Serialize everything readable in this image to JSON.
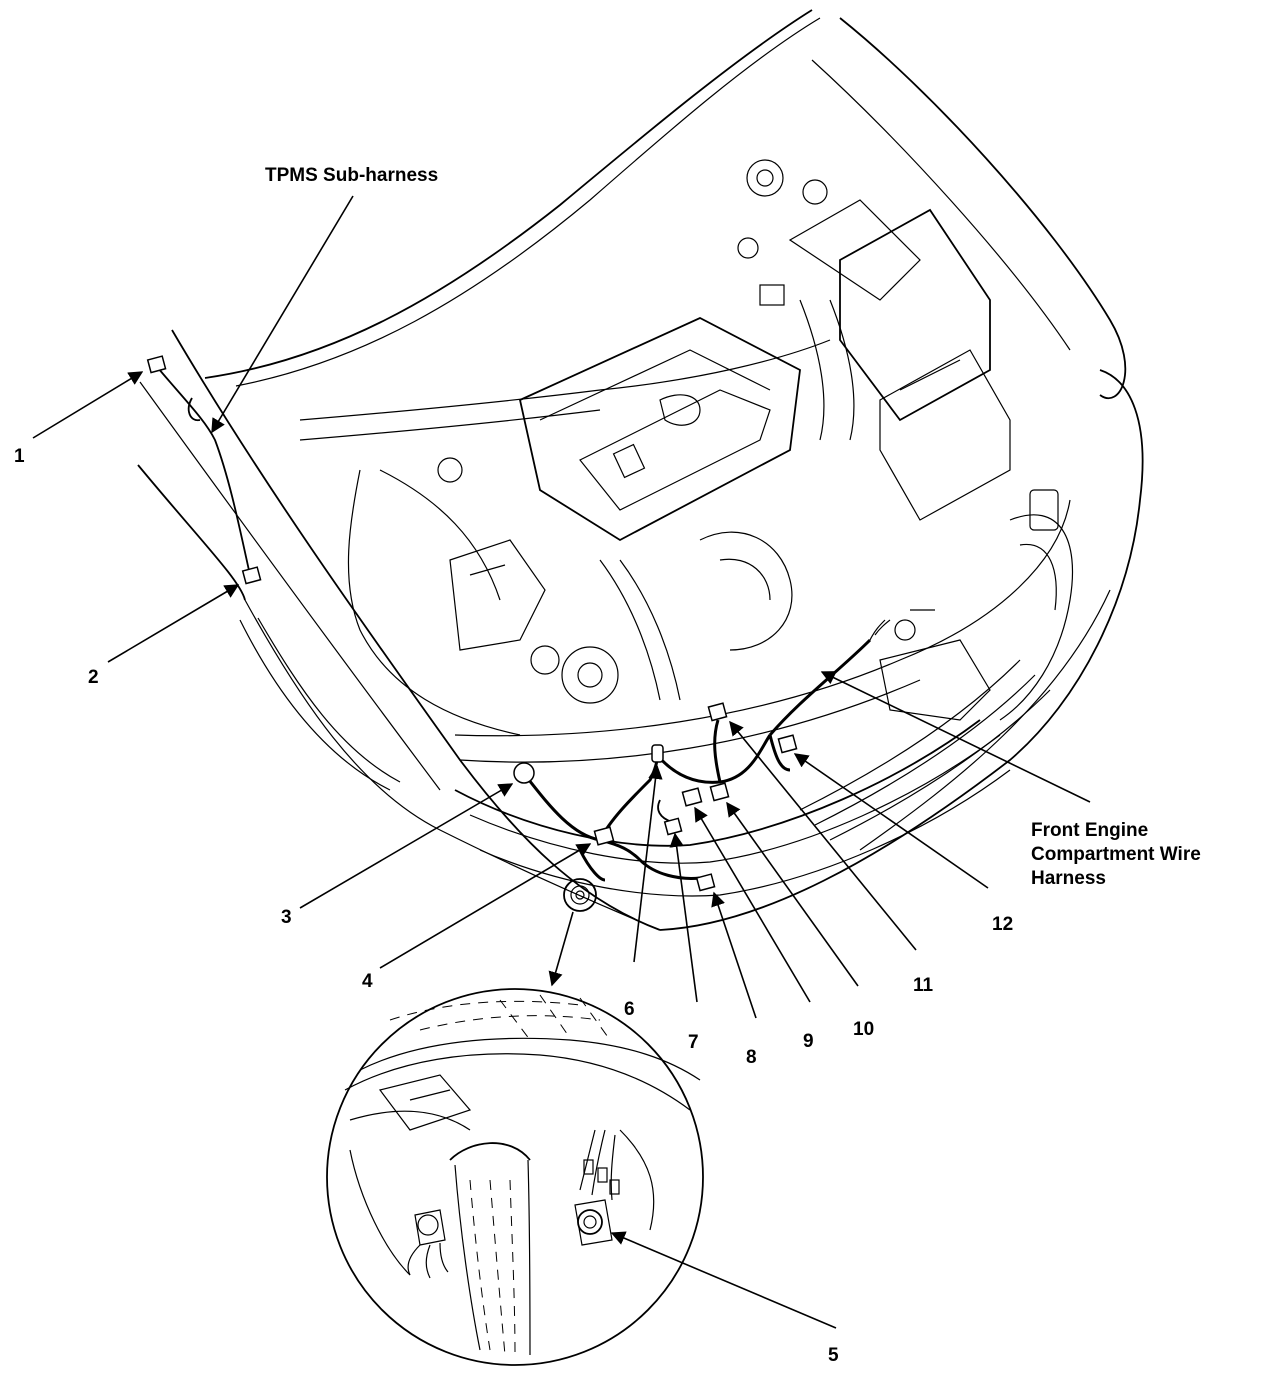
{
  "labels": {
    "tpms_subharness": "TPMS Sub-harness",
    "front_harness_line1": "Front Engine",
    "front_harness_line2": "Compartment Wire",
    "front_harness_line3": "Harness"
  },
  "callouts": [
    "1",
    "2",
    "3",
    "4",
    "5",
    "6",
    "7",
    "8",
    "9",
    "10",
    "11",
    "12"
  ]
}
